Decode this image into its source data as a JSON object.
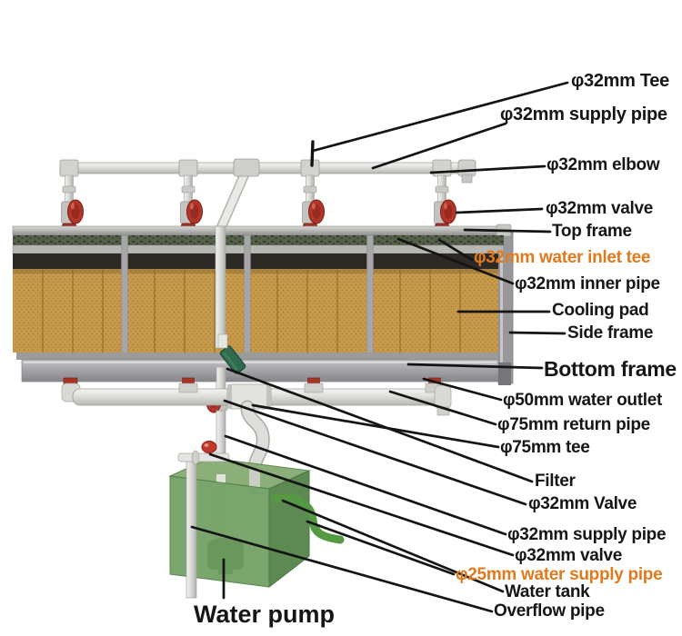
{
  "colors": {
    "label_text": "#161616",
    "accent_orange": "#e07a1e",
    "leader_line": "#141414",
    "cooling_pad_tan": "#c89a4b",
    "pad_dark_band": "#2d2a26",
    "frame_gray": "#a0a0a4",
    "pipe_white": "#ececea",
    "valve_red": "#b23529",
    "tank_green": "#6f9e60",
    "hose_green": "#569943"
  },
  "labels": [
    {
      "id": "tee-top",
      "text": "φ32mm Tee"
    },
    {
      "id": "supply-pipe-top",
      "text": "φ32mm supply pipe"
    },
    {
      "id": "elbow",
      "text": "φ32mm elbow"
    },
    {
      "id": "valve-top",
      "text": "φ32mm valve"
    },
    {
      "id": "top-frame",
      "text": "Top frame"
    },
    {
      "id": "water-inlet-tee",
      "text": "φ32mm water inlet tee",
      "color": "accent"
    },
    {
      "id": "inner-pipe",
      "text": "φ32mm inner pipe"
    },
    {
      "id": "cooling-pad",
      "text": "Cooling pad"
    },
    {
      "id": "side-frame",
      "text": "Side frame"
    },
    {
      "id": "bottom-frame",
      "text": "Bottom frame"
    },
    {
      "id": "water-outlet",
      "text": "φ50mm water outlet"
    },
    {
      "id": "return-pipe",
      "text": "φ75mm return pipe"
    },
    {
      "id": "tee-75",
      "text": "φ75mm tee"
    },
    {
      "id": "filter",
      "text": "Filter"
    },
    {
      "id": "valve-mid",
      "text": "φ32mm Valve"
    },
    {
      "id": "supply-pipe-bottom",
      "text": "φ32mm supply pipe"
    },
    {
      "id": "valve-bottom",
      "text": "φ32mm valve"
    },
    {
      "id": "water-supply-pipe",
      "text": "φ25mm water supply pipe",
      "color": "accent"
    },
    {
      "id": "water-tank",
      "text": "Water tank"
    },
    {
      "id": "overflow-pipe",
      "text": "Overflow pipe"
    },
    {
      "id": "water-pump",
      "text": "Water pump"
    }
  ]
}
